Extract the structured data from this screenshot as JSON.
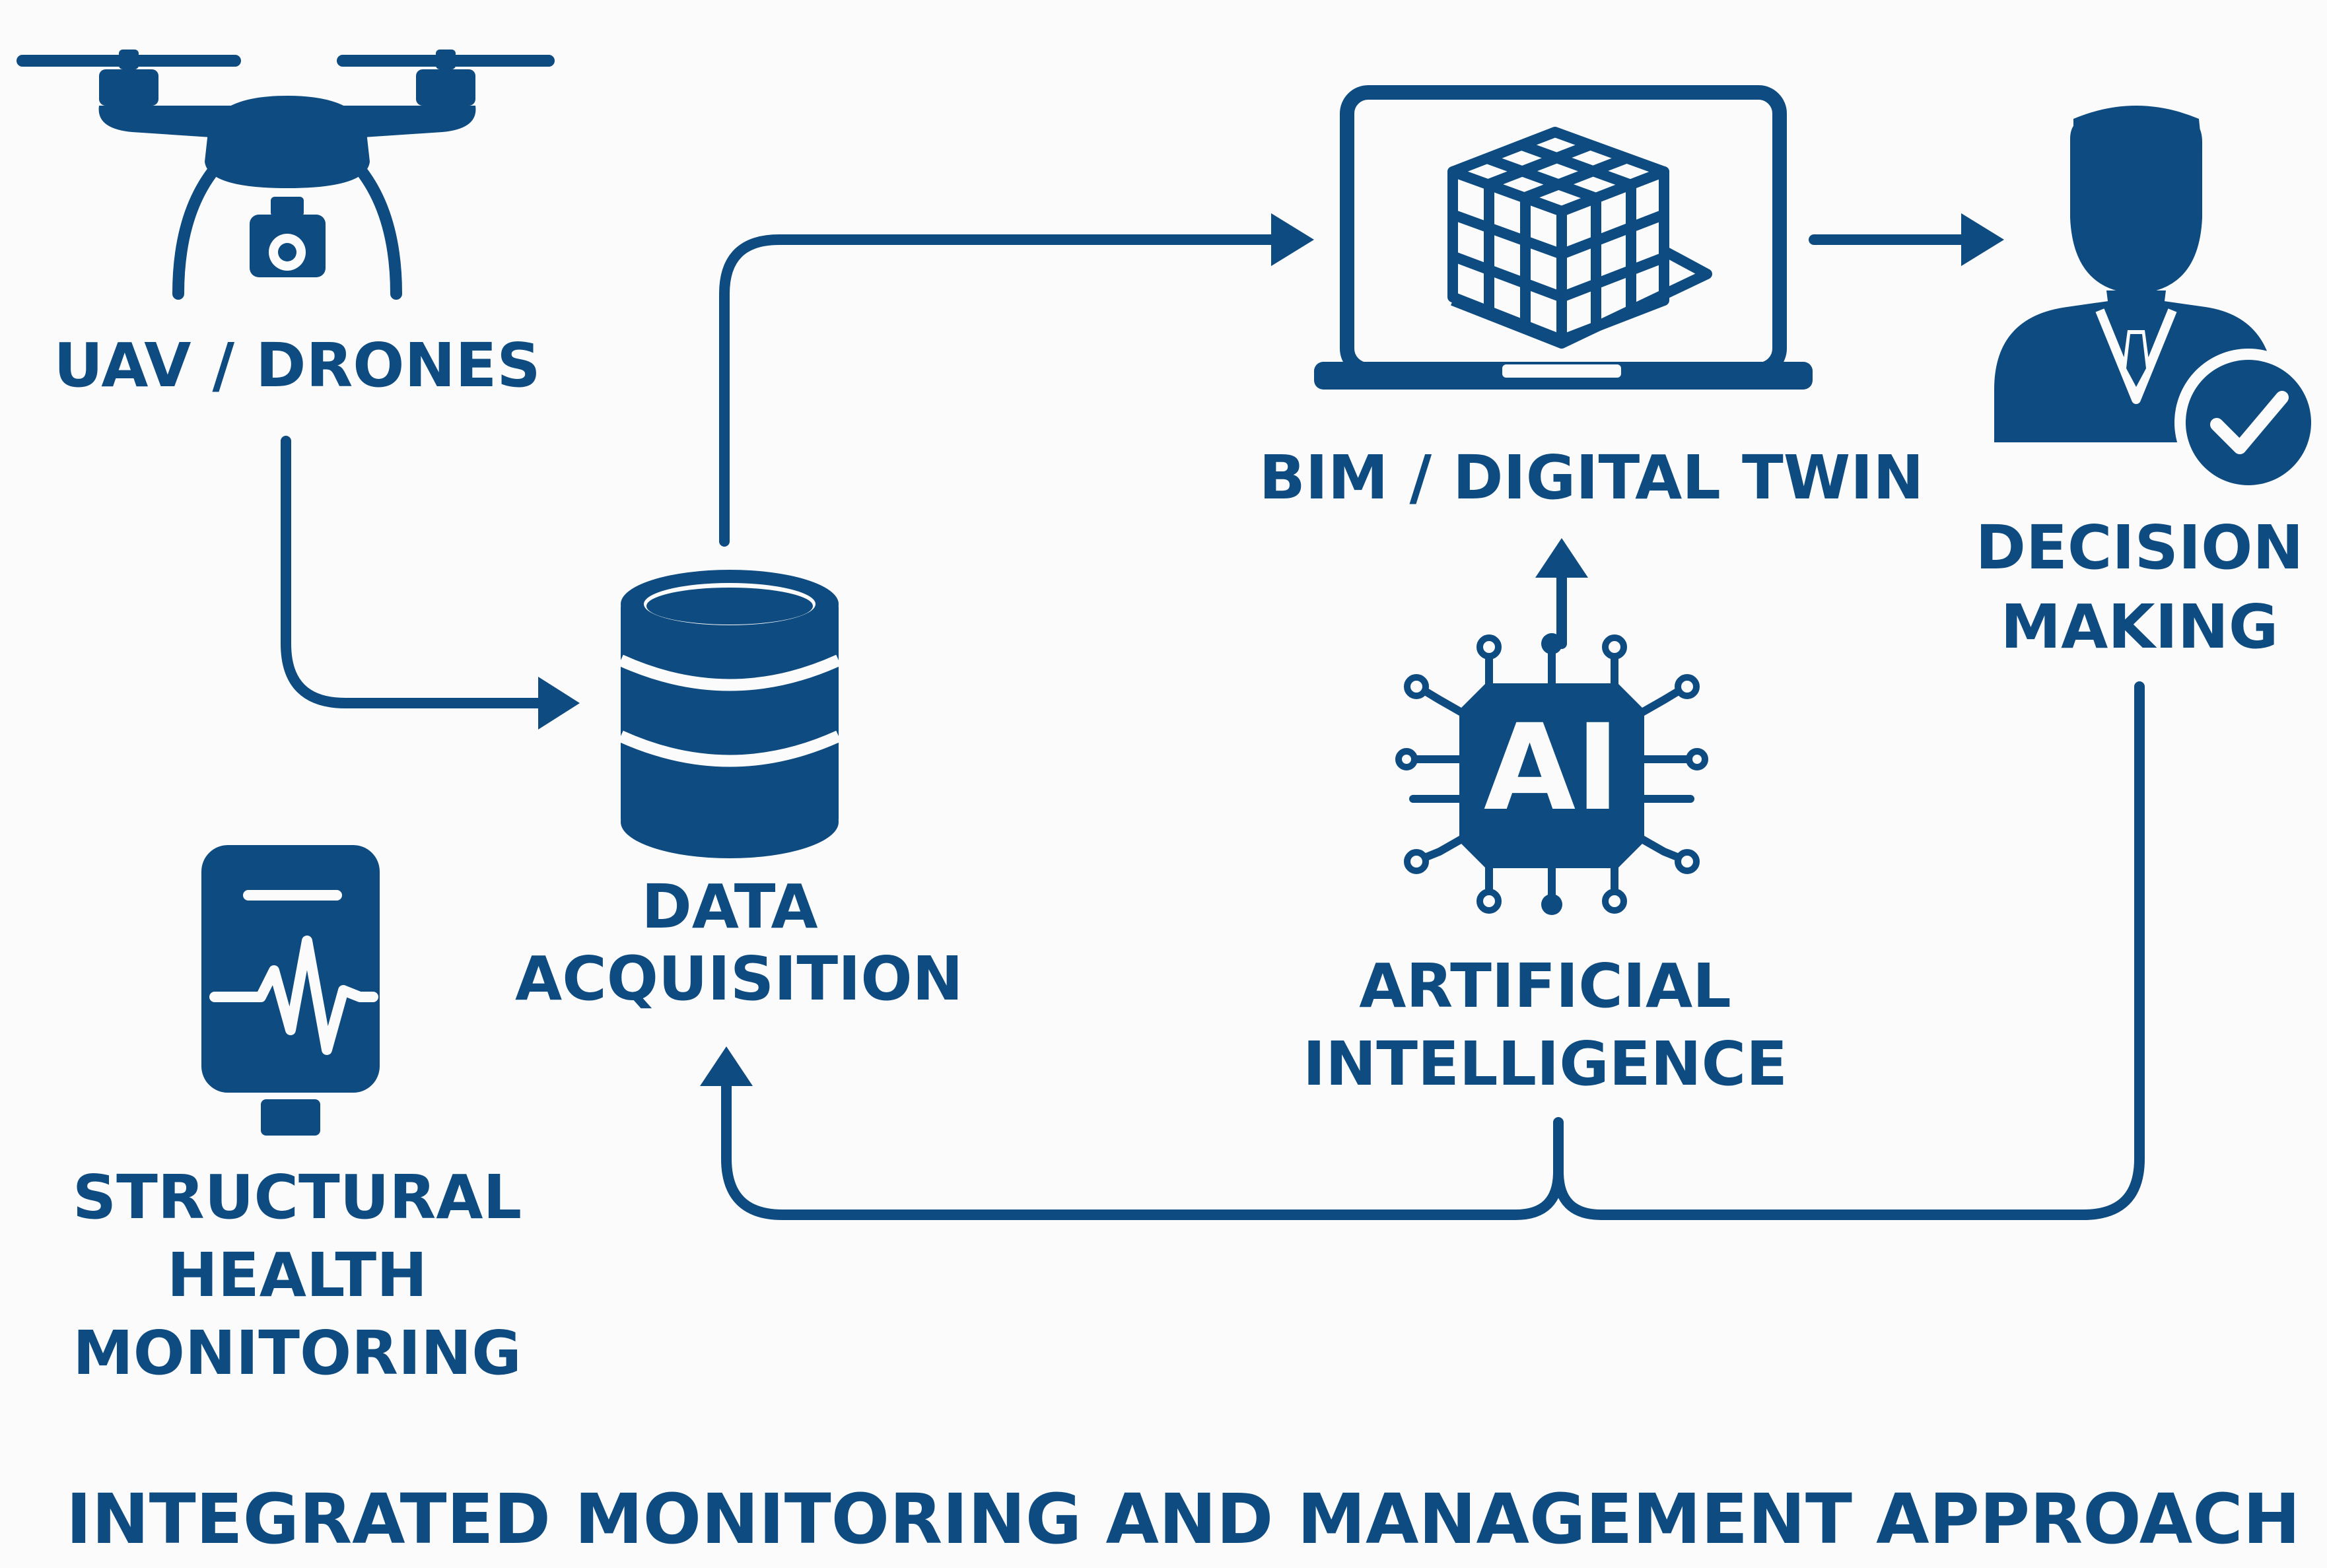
{
  "title": "INTEGRATED MONITORING AND MANAGEMENT APPROACH",
  "colors": {
    "primary": "#0d4b80",
    "background": "#fbfbfb"
  },
  "nodes": {
    "uav": {
      "label": "UAV / DRONES",
      "icon": "drone-icon"
    },
    "data_acquisition": {
      "line1": "DATA",
      "line2": "ACQUISITION",
      "icon": "database-icon"
    },
    "shm": {
      "line1": "STRUCTURAL",
      "line2": "HEALTH",
      "line3": "MONITORING",
      "icon": "sensor-heartbeat-icon"
    },
    "bim": {
      "label": "BIM / DIGITAL TWIN",
      "icon": "laptop-cube-icon"
    },
    "ai": {
      "line1": "ARTIFICIAL",
      "line2": "INTELLIGENCE",
      "chip_text": "AI",
      "icon": "ai-chip-icon"
    },
    "decision": {
      "line1": "DECISION",
      "line2": "MAKING",
      "icon": "businessman-check-icon"
    }
  },
  "connections": [
    {
      "from": "uav",
      "to": "data_acquisition"
    },
    {
      "from": "data_acquisition",
      "to": "bim"
    },
    {
      "from": "bim",
      "to": "decision"
    },
    {
      "from": "ai",
      "to": "bim"
    },
    {
      "from": "decision",
      "to": "data_acquisition"
    },
    {
      "from": "ai",
      "to": "data_acquisition"
    }
  ]
}
